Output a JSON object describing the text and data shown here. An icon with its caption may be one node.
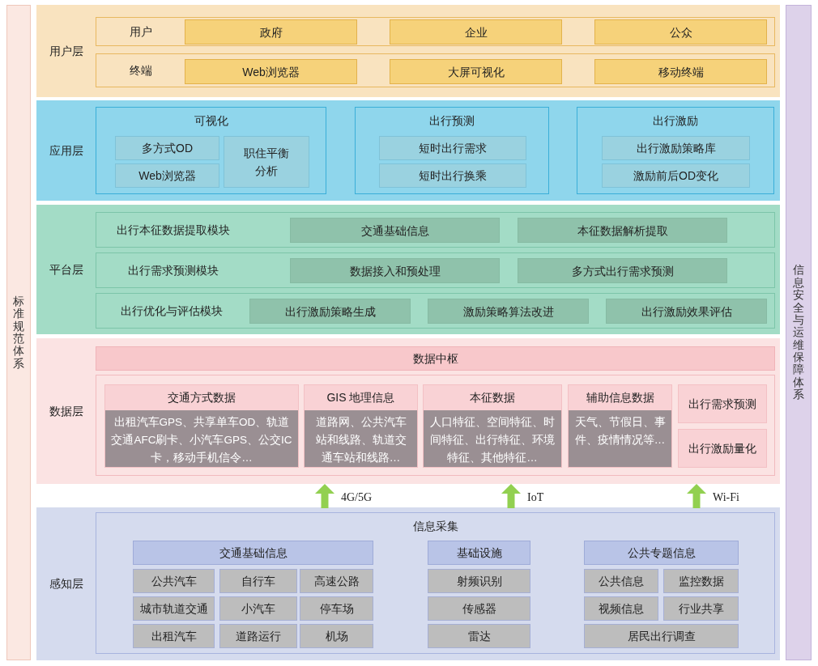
{
  "diagram": {
    "nodes": [
      {
        "text": [
          "标准规范体系"
        ]
      },
      {
        "text": [
          "用户层"
        ]
      },
      {
        "text": [
          "用户"
        ],
        "in": 1
      },
      {
        "text": [
          "政府"
        ],
        "in": 2
      },
      {
        "text": [
          "企业"
        ],
        "in": 2
      },
      {
        "text": [
          "公众"
        ],
        "in": 2
      },
      {
        "text": [
          "终端"
        ],
        "in": 1
      },
      {
        "text": [
          "Web浏览器"
        ],
        "in": 6
      },
      {
        "text": [
          "大屏可视化"
        ],
        "in": 6
      },
      {
        "text": [
          "移动终端"
        ],
        "in": 6
      },
      {
        "text": [
          "应用层"
        ]
      },
      {
        "text": [
          "可视化"
        ],
        "in": 10
      },
      {
        "text": [
          "多方式OD"
        ],
        "in": 11
      },
      {
        "text": [
          "Web浏览器"
        ],
        "in": 11
      },
      {
        "text": [
          "职住平衡分析"
        ],
        "in": 11
      },
      {
        "text": [
          "出行预测"
        ],
        "in": 10
      },
      {
        "text": [
          "短时出行需求"
        ],
        "in": 15
      },
      {
        "text": [
          "短时出行换乘"
        ],
        "in": 15
      },
      {
        "text": [
          "出行激励"
        ],
        "in": 10
      },
      {
        "text": [
          "出行激励策略库"
        ],
        "in": 18
      },
      {
        "text": [
          "激励前后OD变化"
        ],
        "in": 18
      },
      {
        "text": [
          "平台层"
        ]
      },
      {
        "text": [
          "出行本征数据提取模块"
        ],
        "in": 21
      },
      {
        "text": [
          "交通基础信息"
        ],
        "in": 22
      },
      {
        "text": [
          "本征数据解析提取"
        ],
        "in": 22
      },
      {
        "text": [
          "出行需求预测模块"
        ],
        "in": 21
      },
      {
        "text": [
          "数据接入和预处理"
        ],
        "in": 25
      },
      {
        "text": [
          "多方式出行需求预测"
        ],
        "in": 25
      },
      {
        "text": [
          "出行优化与评估模块"
        ],
        "in": 21
      },
      {
        "text": [
          "出行激励策略生成"
        ],
        "in": 28
      },
      {
        "text": [
          "激励策略算法改进"
        ],
        "in": 28
      },
      {
        "text": [
          "出行激励效果评估"
        ],
        "in": 28
      },
      {
        "text": [
          "数据层"
        ]
      },
      {
        "text": [
          "数据中枢"
        ],
        "in": 32
      },
      {
        "text": [],
        "shape": "box",
        "in": 32
      },
      {
        "text": [
          "交通方式数据",
          "出租汽车GPS、共享单车OD、轨道交通AFC刷卡、小汽车GPS、公交IC卡，移动手机信令…"
        ],
        "in": 34
      },
      {
        "text": [
          "GIS 地理信息",
          "道路网、公共汽车站和线路、轨道交通车站和线路…"
        ],
        "in": 34
      },
      {
        "text": [
          "本征数据",
          "人口特征、空间特征、时间特征、出行特征、环境特征、其他特征…"
        ],
        "in": 34
      },
      {
        "text": [
          "辅助信息数据",
          "天气、节假日、事件、疫情情况等…"
        ],
        "in": 34
      },
      {
        "text": [
          "出行需求预测"
        ],
        "in": 34
      },
      {
        "text": [
          "出行激励量化"
        ],
        "in": 34
      },
      {
        "text": [
          "感知层"
        ]
      },
      {
        "text": [
          "信息采集"
        ],
        "in": 41
      },
      {
        "text": [
          "交通基础信息"
        ],
        "in": 42
      },
      {
        "text": [
          "公共汽车"
        ],
        "in": 42
      },
      {
        "text": [
          "自行车"
        ],
        "in": 42
      },
      {
        "text": [
          "高速公路"
        ],
        "in": 42
      },
      {
        "text": [
          "城市轨道交通"
        ],
        "in": 42
      },
      {
        "text": [
          "小汽车"
        ],
        "in": 42
      },
      {
        "text": [
          "停车场"
        ],
        "in": 42
      },
      {
        "text": [
          "出租汽车"
        ],
        "in": 42
      },
      {
        "text": [
          "道路运行"
        ],
        "in": 42
      },
      {
        "text": [
          "机场"
        ],
        "in": 42
      },
      {
        "text": [
          "基础设施"
        ],
        "in": 42
      },
      {
        "text": [
          "射频识别"
        ],
        "in": 42
      },
      {
        "text": [
          "传感器"
        ],
        "in": 42
      },
      {
        "text": [
          "雷达"
        ],
        "in": 42
      },
      {
        "text": [
          "公共专题信息"
        ],
        "in": 42
      },
      {
        "text": [
          "公共信息"
        ],
        "in": 42
      },
      {
        "text": [
          "监控数据"
        ],
        "in": 42
      },
      {
        "text": [
          "视频信息"
        ],
        "in": 42
      },
      {
        "text": [
          "行业共享"
        ],
        "in": 42
      },
      {
        "text": [
          "居民出行调查"
        ],
        "in": 42
      },
      {
        "text": [
          "信息安全与运维保障体系"
        ]
      }
    ],
    "edges": [
      {
        "from": 41,
        "to": 32,
        "arrow": "to",
        "label": "4G/5G"
      },
      {
        "from": 41,
        "to": 32,
        "arrow": "to",
        "label": "IoT"
      },
      {
        "from": 41,
        "to": 32,
        "arrow": "to",
        "label": "Wi-Fi"
      }
    ]
  }
}
